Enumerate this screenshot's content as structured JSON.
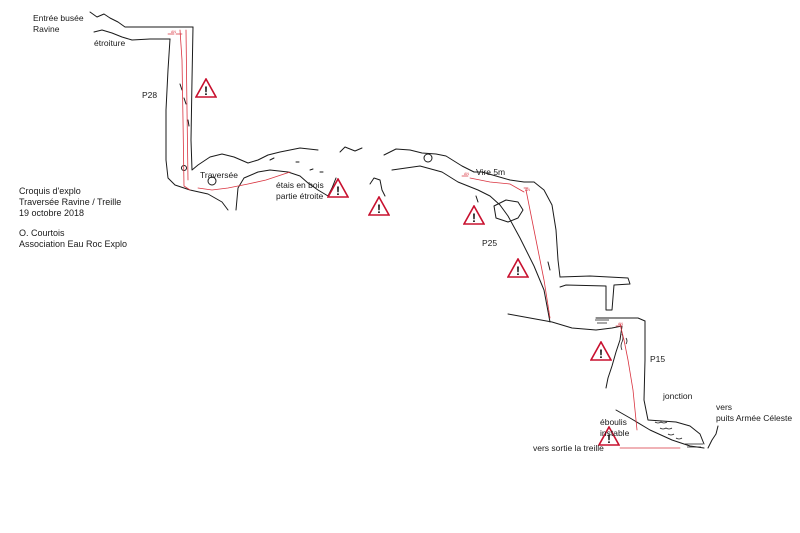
{
  "caption": {
    "line1": "Croquis d'explo",
    "line2": "Traversée Ravine / Treille",
    "line3": "19 octobre 2018",
    "line4": "O. Courtois",
    "line5": "Association Eau Roc Explo"
  },
  "labels": {
    "entree": "Entrée busée",
    "ravine": "Ravine",
    "etroiture": "étroiture",
    "p28": "P28",
    "traversee": "Traversée",
    "etais1": "étais en bois",
    "etais2": "partie étroite",
    "vire": "Vire 5m",
    "p25": "P25",
    "p15": "P15",
    "jonction": "jonction",
    "vers1": "vers",
    "vers2": "puits Armée Céleste",
    "eboulis1": "éboulis",
    "eboulis2": "instable",
    "sortie": "vers sortie la treille"
  },
  "colors": {
    "wall": "#1a1a1a",
    "rope": "#d9333f",
    "warning": "#c8102e"
  },
  "icons": {
    "warning": "warning-triangle-icon"
  }
}
